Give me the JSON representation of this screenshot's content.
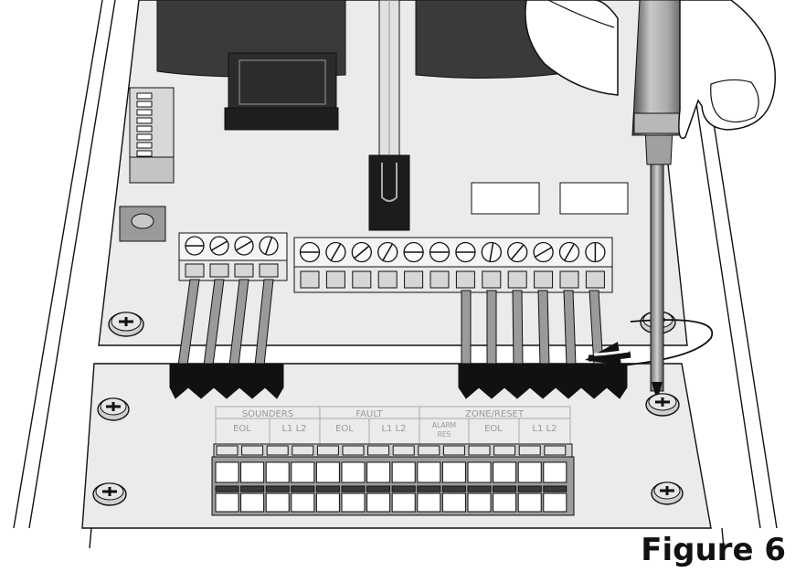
{
  "labels": {
    "group_sounders": "SOUNDERS",
    "group_fault": "FAULT",
    "group_zone_reset": "ZONE/RESET",
    "eol_1": "EOL",
    "l1l2_1": "L1 L2",
    "eol_2": "EOL",
    "l1l2_2": "L1 L2",
    "alarm": "ALARM",
    "res": "RES",
    "eol_3": "EOL",
    "l1l2_3": "L1 L2"
  },
  "caption": "Figure 6"
}
